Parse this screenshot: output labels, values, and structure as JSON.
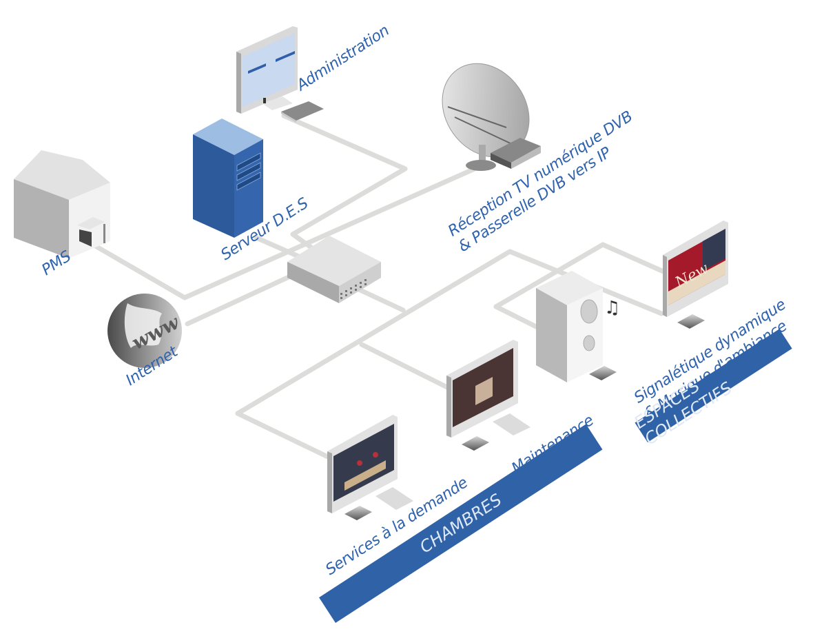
{
  "diagram": {
    "title": "",
    "colors": {
      "label": "#2f63ad",
      "banner": "#2f62a7",
      "banner_text": "#dfe8f5",
      "cable": "#dcdcda",
      "server": "#2e5fa3"
    },
    "nodes": {
      "administration": {
        "label": "Administration",
        "icon": "desktop-computer-icon"
      },
      "satellite": {
        "label_line1": "Réception TV numérique DVB",
        "label_line2": "& Passerelle DVB vers IP",
        "icon": "satellite-dish-icon"
      },
      "pms": {
        "label": "PMS",
        "icon": "building-icon"
      },
      "server": {
        "label": "Serveur D.E.S",
        "icon": "server-tower-icon"
      },
      "internet": {
        "label": "Internet",
        "icon": "globe-www-icon",
        "globe_text": "www"
      },
      "switch": {
        "label": "",
        "icon": "network-switch-icon"
      },
      "speaker": {
        "label": "",
        "icon": "speaker-icon"
      },
      "signage_tv": {
        "label": "",
        "icon": "tv-screen-icon",
        "screen_text": "New"
      },
      "room_tv_1": {
        "icon": "tv-screen-icon"
      },
      "room_tv_2": {
        "icon": "tv-screen-icon"
      }
    },
    "zones": {
      "collective": {
        "label_line1": "Signalétique dynamique",
        "label_line2": "& Musique d'ambiance",
        "banner": "ESPACES COLLECTIFS"
      },
      "rooms": {
        "label_left": "Services à la demande",
        "label_right": "Maintenance",
        "banner": "CHAMBRES"
      }
    }
  }
}
